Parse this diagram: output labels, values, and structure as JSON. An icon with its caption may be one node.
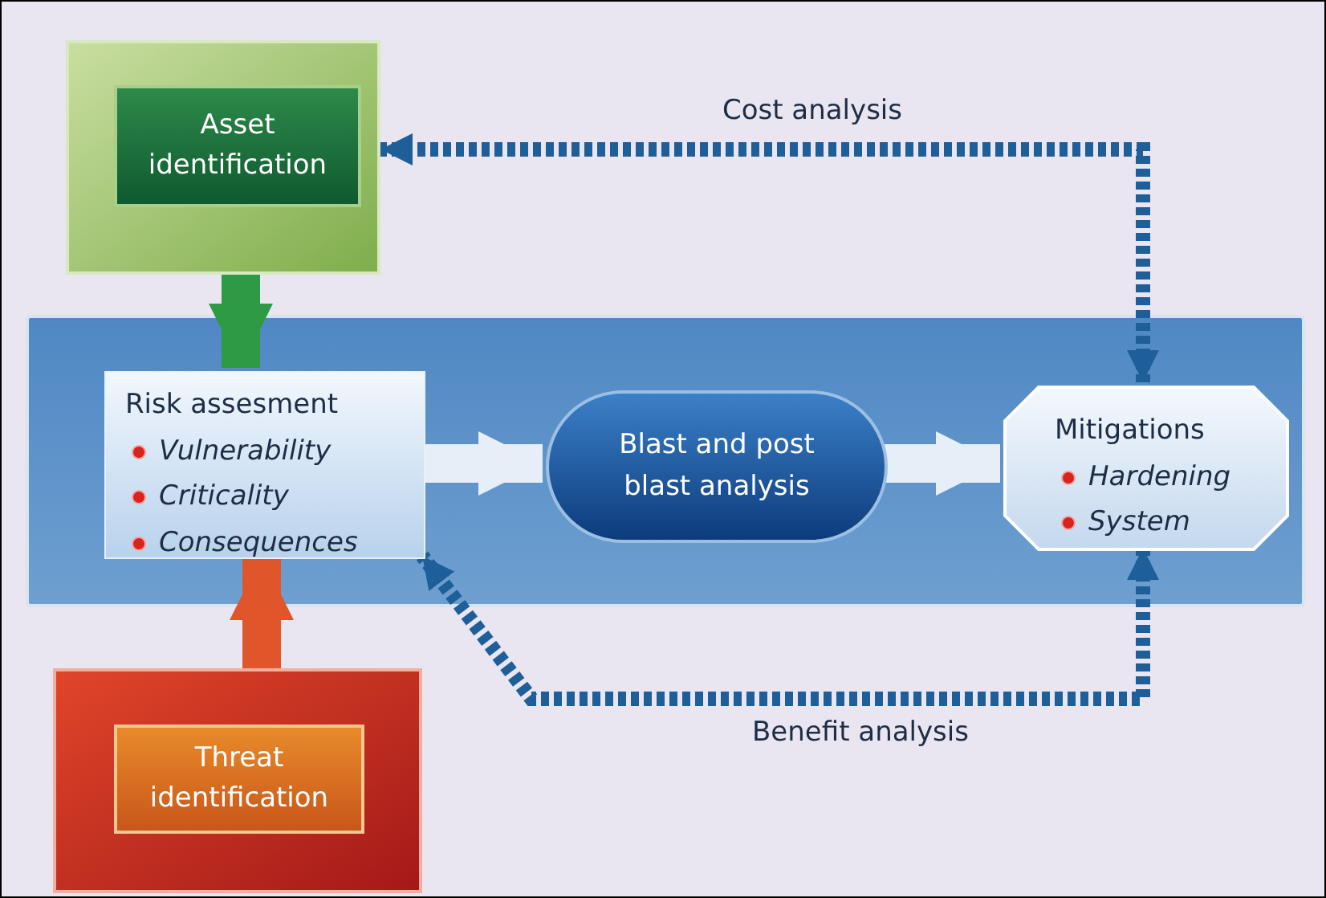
{
  "diagram": {
    "nodes": [
      {
        "text": [],
        "shape": "box"
      },
      {
        "text": [
          "Asset identification"
        ],
        "in": 0
      },
      {
        "text": [],
        "shape": "bar"
      },
      {
        "text": [
          "Risk assesment",
          "Vulnerability",
          "Criticality",
          "Consequences"
        ],
        "in": 2
      },
      {
        "text": [
          "Blast and post blast analysis"
        ],
        "in": 2
      },
      {
        "text": [
          "Mitigations",
          "Hardening",
          "System"
        ],
        "in": 2
      },
      {
        "text": [],
        "shape": "box"
      },
      {
        "text": [
          "Threat identification"
        ],
        "in": 6
      }
    ],
    "edges": [
      {
        "from": 0,
        "to": 3,
        "arrow": "to",
        "color": "#2e9a45"
      },
      {
        "from": 6,
        "to": 3,
        "arrow": "to",
        "color": "#e0552a"
      },
      {
        "from": 3,
        "to": 4,
        "arrow": "to",
        "color": "#e6eef7"
      },
      {
        "from": 4,
        "to": 5,
        "arrow": "to",
        "color": "#e6eef7"
      },
      {
        "from": 5,
        "to": 0,
        "arrow": "both",
        "style": "dashed",
        "color": "#1f5f99",
        "label": "Cost analysis"
      },
      {
        "from": 5,
        "to": 3,
        "arrow": "both",
        "style": "dashed",
        "color": "#1f5f99",
        "label": "Benefit analysis"
      }
    ]
  }
}
